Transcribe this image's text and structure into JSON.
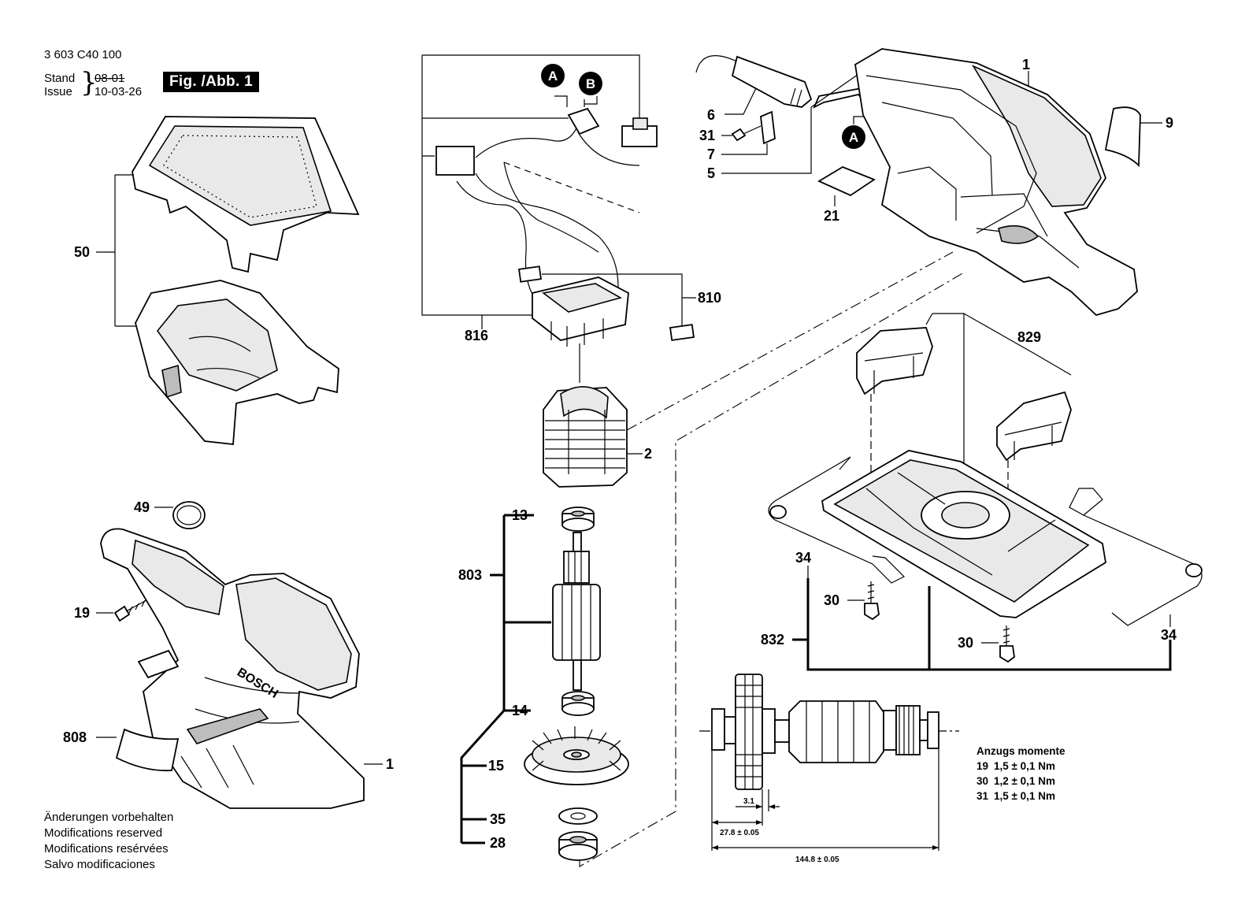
{
  "header": {
    "doc_number": "3 603 C40 100",
    "stand_label": "Stand",
    "issue_label": "Issue",
    "old_date": "08-01",
    "issue_date": "10-03-26",
    "figure_badge": "Fig. /Abb. 1"
  },
  "labels": {
    "p1": "1",
    "p2": "2",
    "p5": "5",
    "p6": "6",
    "p7": "7",
    "p9": "9",
    "p13": "13",
    "p14": "14",
    "p15": "15",
    "p19": "19",
    "p21": "21",
    "p28": "28",
    "p30": "30",
    "p31": "31",
    "p34": "34",
    "p35": "35",
    "p49": "49",
    "p50": "50",
    "p803": "803",
    "p808": "808",
    "p810": "810",
    "p816": "816",
    "p829": "829",
    "p832": "832",
    "conn_a": "A",
    "conn_b": "B"
  },
  "dimensions": {
    "d1": "3.1",
    "d2": "27.8 ± 0.05",
    "d3": "144.8 ± 0.05"
  },
  "torque": {
    "title": "Anzugs momente",
    "rows": [
      {
        "part": "19",
        "value": "1,5 ± 0,1 Nm"
      },
      {
        "part": "30",
        "value": "1,2 ± 0,1 Nm"
      },
      {
        "part": "31",
        "value": "1,5 ± 0,1 Nm"
      }
    ]
  },
  "footer": {
    "lines": [
      "Änderungen vorbehalten",
      "Modifications reserved",
      "Modifications resérvées",
      "Salvo modificaciones"
    ]
  }
}
